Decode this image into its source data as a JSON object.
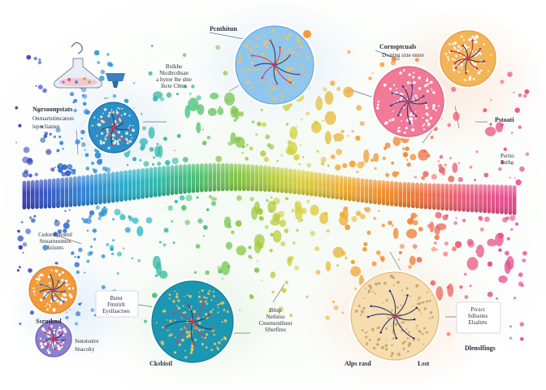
{
  "colors": {
    "band": [
      "#3a3fb8",
      "#2f7fd6",
      "#22b3c9",
      "#3fbf7a",
      "#8cc63f",
      "#d7d23a",
      "#f2a531",
      "#ef7b2c",
      "#ea5a7a",
      "#e64693"
    ],
    "circle_blue": "#2a8fc8",
    "circle_orange": "#f29a3c",
    "circle_pink": "#f07a98",
    "circle_cream": "#f6ddb0",
    "circle_violet": "#8f7fd2",
    "circle_teal": "#1b97b4",
    "circle_lightblue": "#8fc6ee",
    "circle_amber": "#f2b55a"
  },
  "labels": {
    "top_center": "Pcnthitun",
    "top_right_title": "Cornsptcuals",
    "top_right_sub": "Dvating sxte ensre",
    "upper_left_title": "Nursoonpstats",
    "upper_left_sub1": "Onrnartstimcatore",
    "upper_left_sub2": "lepncliatnes",
    "upper_mid_line1": "Bxlkhe",
    "upper_mid_line2": "Ntcdtrcdtsan",
    "upper_mid_line3": "a hytoe lhe shte",
    "upper_mid_line4": "lhcte Clttes",
    "right_upper": "Pstoati",
    "right_mid_line1": "Pertio",
    "right_mid_line2": "Estlto",
    "mid_left_line1": "Cedorsspnuttel",
    "mid_left_line2": "Stssarnesmtes",
    "mid_left_line3": "Istisnts",
    "lower_left_box_line1": "Bsnst",
    "lower_left_box_line2": "Fmtrirlt",
    "lower_left_box_line3": "Eysllasctses",
    "bottom_left_1": "Ssrutknd",
    "bottom_left_2": "Senotsntre",
    "bottom_left_3": "Snacolty",
    "bottom_center_left": "Cksbistl",
    "lower_mid_line1": "Bltsp",
    "lower_mid_line2": "Netlstso",
    "lower_mid_line3": "Cnoetsonllsest",
    "lower_mid_line4": "Sfterflres",
    "bottom_cream_label": "Alps rasd",
    "bottom_cream_label2": "Lsst",
    "bottom_right_box_line1": "Prcsct",
    "bottom_right_box_line2": "Sdlssttes",
    "bottom_right_box_line3": "Elsaltrts",
    "bottom_right": "Dlenslfings"
  }
}
